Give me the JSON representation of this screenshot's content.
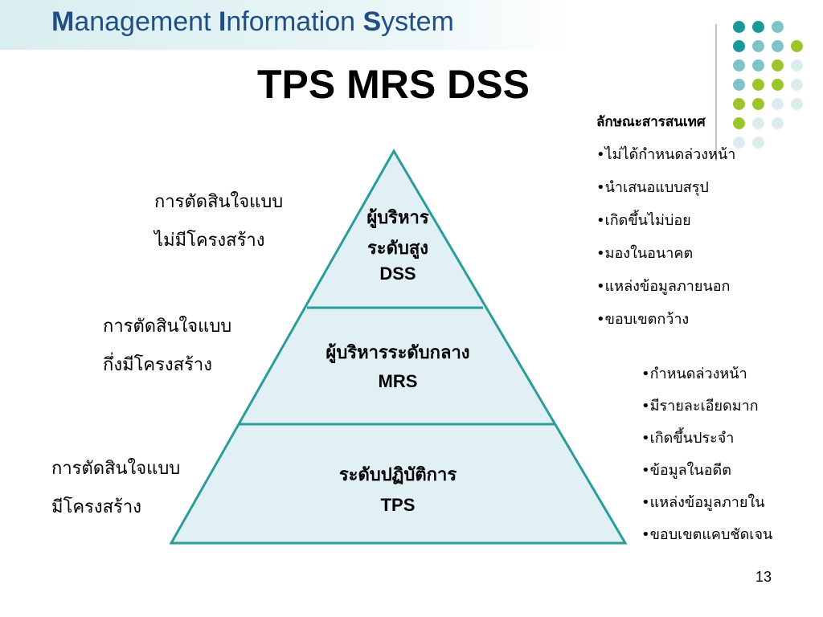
{
  "header": {
    "title_parts": [
      {
        "text": "M",
        "bold": true
      },
      {
        "text": "anagement ",
        "bold": false
      },
      {
        "text": "I",
        "bold": true
      },
      {
        "text": "nformation ",
        "bold": false
      },
      {
        "text": "S",
        "bold": true
      },
      {
        "text": "ystem",
        "bold": false
      }
    ]
  },
  "slide_title": "TPS MRS DSS",
  "pyramid": {
    "top": {
      "line1": "ผู้บริหาร",
      "line2": "ระดับสูง",
      "line3": "DSS"
    },
    "middle": {
      "line1": "ผู้บริหารระดับกลาง",
      "line2": "MRS"
    },
    "bottom": {
      "line1": "ระดับปฏิบัติการ",
      "line2": "TPS"
    }
  },
  "left_labels": [
    {
      "line1": "การตัดสินใจแบบ",
      "line2": "ไม่มีโครงสร้าง"
    },
    {
      "line1": "การตัดสินใจแบบ",
      "line2": "กึ่งมีโครงสร้าง"
    },
    {
      "line1": "การตัดสินใจแบบ",
      "line2": "มีโครงสร้าง"
    }
  ],
  "info_top": {
    "heading": "ลักษณะสารสนเทศ",
    "items": [
      "ไม่ได้กำหนดล่วงหน้า",
      "นำเสนอแบบสรุป",
      "เกิดขึ้นไม่บ่อย",
      "มองในอนาคต",
      "แหล่งข้อมูลภายนอก",
      "ขอบเขตกว้าง"
    ]
  },
  "info_bottom": {
    "items": [
      "กำหนดล่วงหน้า",
      "มีรายละเอียดมาก",
      "เกิดขึ้นประจำ",
      "ข้อมูลในอดีต",
      "แหล่งข้อมูลภายใน",
      "ขอบเขตแคบชัดเจน"
    ]
  },
  "page_number": "13",
  "colors": {
    "teal": "#1a9999",
    "light_teal": "#7fc4c8",
    "lime": "#9cc52a",
    "pale": "#dcecee",
    "fill": "#e0f0f4"
  }
}
